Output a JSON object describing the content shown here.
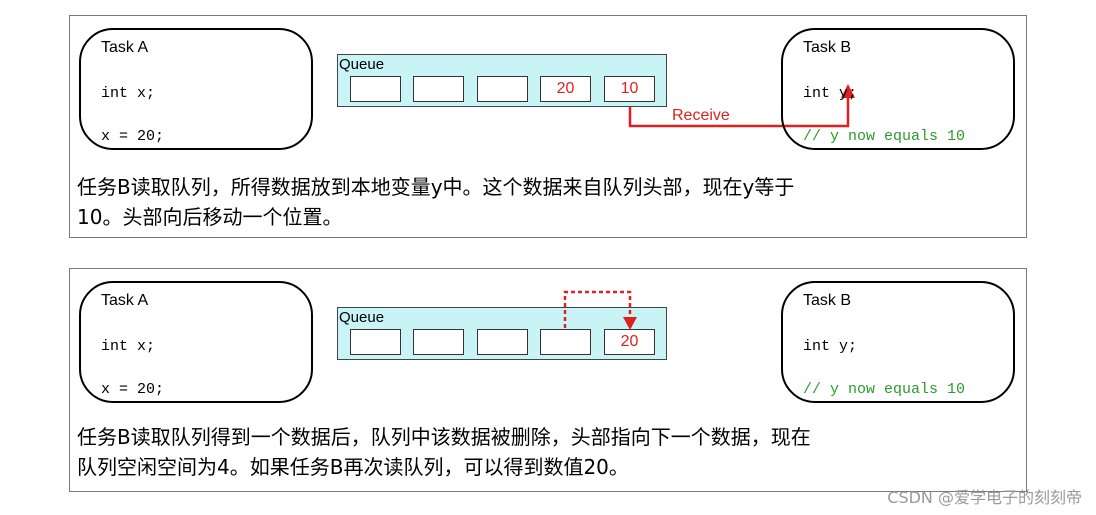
{
  "panel1": {
    "task_a": {
      "title": "Task A",
      "line1": "int x;",
      "line2": "x = 20;"
    },
    "queue": {
      "label": "Queue",
      "cells": [
        "",
        "",
        "",
        "20",
        "10"
      ]
    },
    "arrow_label": "Receive",
    "task_b": {
      "title": "Task B",
      "line1": "int y;",
      "line2": "// y now equals 10"
    },
    "desc_line1": "任务B读取队列，所得数据放到本地变量y中。这个数据来自队列头部，现在y等于",
    "desc_line2": "10。头部向后移动一个位置。"
  },
  "panel2": {
    "task_a": {
      "title": "Task A",
      "line1": "int x;",
      "line2": "x = 20;"
    },
    "queue": {
      "label": "Queue",
      "cells": [
        "",
        "",
        "",
        "",
        "20"
      ]
    },
    "task_b": {
      "title": "Task B",
      "line1": "int y;",
      "line2": "// y now equals 10"
    },
    "desc_line1": "任务B读取队列得到一个数据后，队列中该数据被删除，头部指向下一个数据，现在",
    "desc_line2": "队列空闲空间为4。如果任务B再次读队列，可以得到数值20。"
  },
  "watermark": "CSDN @爱学电子的刻刻帝",
  "colors": {
    "accent_red": "#e02020",
    "comment_green": "#2d9b2d",
    "queue_fill": "#c8f4f6"
  }
}
